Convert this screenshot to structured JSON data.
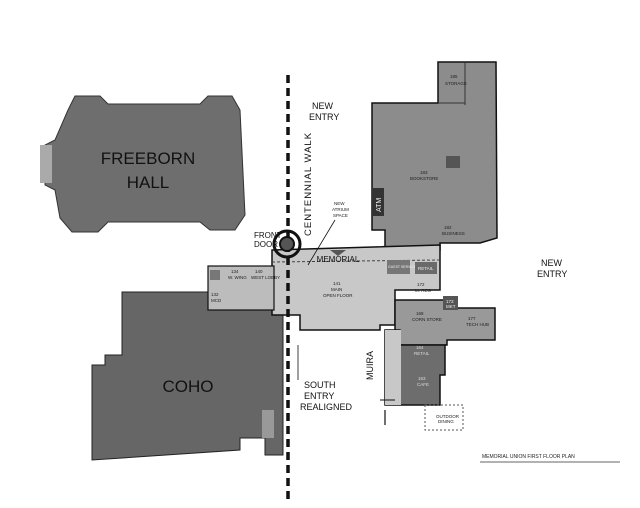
{
  "buildings": {
    "freeborn_line1": "FREEBORN",
    "freeborn_line2": "HALL",
    "coho": "COHO"
  },
  "labels": {
    "new_entry_top_1": "NEW",
    "new_entry_top_2": "ENTRY",
    "new_entry_right_1": "NEW",
    "new_entry_right_2": "ENTRY",
    "centennial_walk": "CENTENNIAL WALK",
    "front_door_1": "FRONT",
    "front_door_2": "DOOR",
    "memorial": "MEMORIAL",
    "south_entry_1": "SOUTH",
    "south_entry_2": "ENTRY",
    "south_entry_3": "REALIGNED",
    "muira": "MUIRA",
    "atm": "ATM",
    "new_atrium_1": "NEW",
    "new_atrium_2": "ATRIUM",
    "new_atrium_3": "SPACE",
    "outdoor_dining_1": "OUTDOOR",
    "outdoor_dining_2": "DINING",
    "plan_title": "MEMORIAL UNION FIRST FLOOR PLAN"
  },
  "rooms": [
    {
      "num": "185",
      "name": "STORAGE"
    },
    {
      "num": "183",
      "name": "BOOKSTORE"
    },
    {
      "num": "182",
      "name": "BUSINESS"
    },
    {
      "num": "141",
      "name": "MAIN"
    },
    {
      "num": "",
      "name": "OPEN FLOOR"
    },
    {
      "num": "134",
      "name": "W. WING"
    },
    {
      "num": "140",
      "name": "WEST LOBBY"
    },
    {
      "num": "132",
      "name": "MCD"
    },
    {
      "num": "",
      "name": "GUEST SERVICES"
    },
    {
      "num": "",
      "name": "RETAIL"
    },
    {
      "num": "172",
      "name": "M. REG"
    },
    {
      "num": "168",
      "name": "CORN STORE"
    },
    {
      "num": "177",
      "name": "TECH HUB"
    },
    {
      "num": "173",
      "name": "MKT"
    },
    {
      "num": "164",
      "name": "RETAIL"
    },
    {
      "num": "163",
      "name": "CAFE"
    }
  ]
}
